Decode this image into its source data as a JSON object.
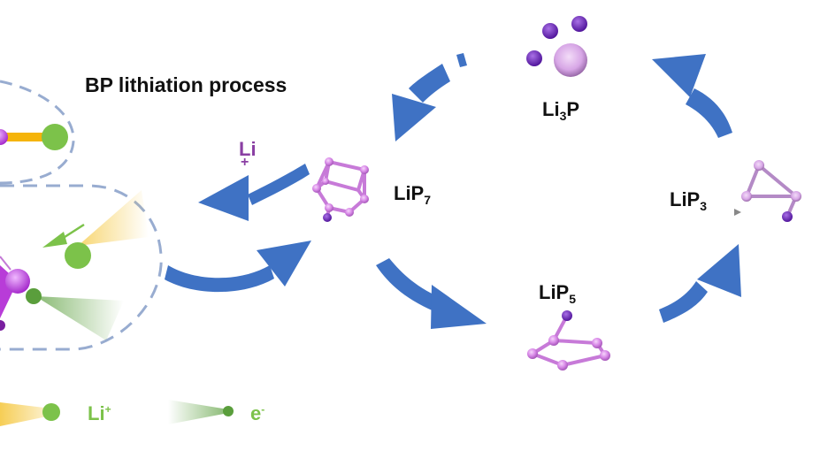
{
  "title": "BP lithiation process",
  "colors": {
    "arrow": "#3f72c4",
    "dash": "#98acd0",
    "p_atom": "#d98ae8",
    "li_atom": "#6a1fb8",
    "li3p_p": "#d7a6e6",
    "green": "#7cc24a",
    "dark_green": "#4f9a3a",
    "yellow": "#f5c842",
    "orange_bond": "#f5b40a",
    "li_label": "#8a3fa3"
  },
  "cycle": {
    "li_insert_label": {
      "base": "Li",
      "mark": "+"
    },
    "species": [
      {
        "id": "LiP7",
        "base": "LiP",
        "sub": "7"
      },
      {
        "id": "LiP5",
        "base": "LiP",
        "sub": "5"
      },
      {
        "id": "LiP3",
        "base": "LiP",
        "sub": "3"
      },
      {
        "id": "Li3P",
        "base": "Li",
        "sub": "3",
        "tail": "P"
      }
    ]
  },
  "legend": [
    {
      "id": "li-ion",
      "base": "Li",
      "sup": "+"
    },
    {
      "id": "electron",
      "base": "e",
      "sup": "-"
    }
  ]
}
